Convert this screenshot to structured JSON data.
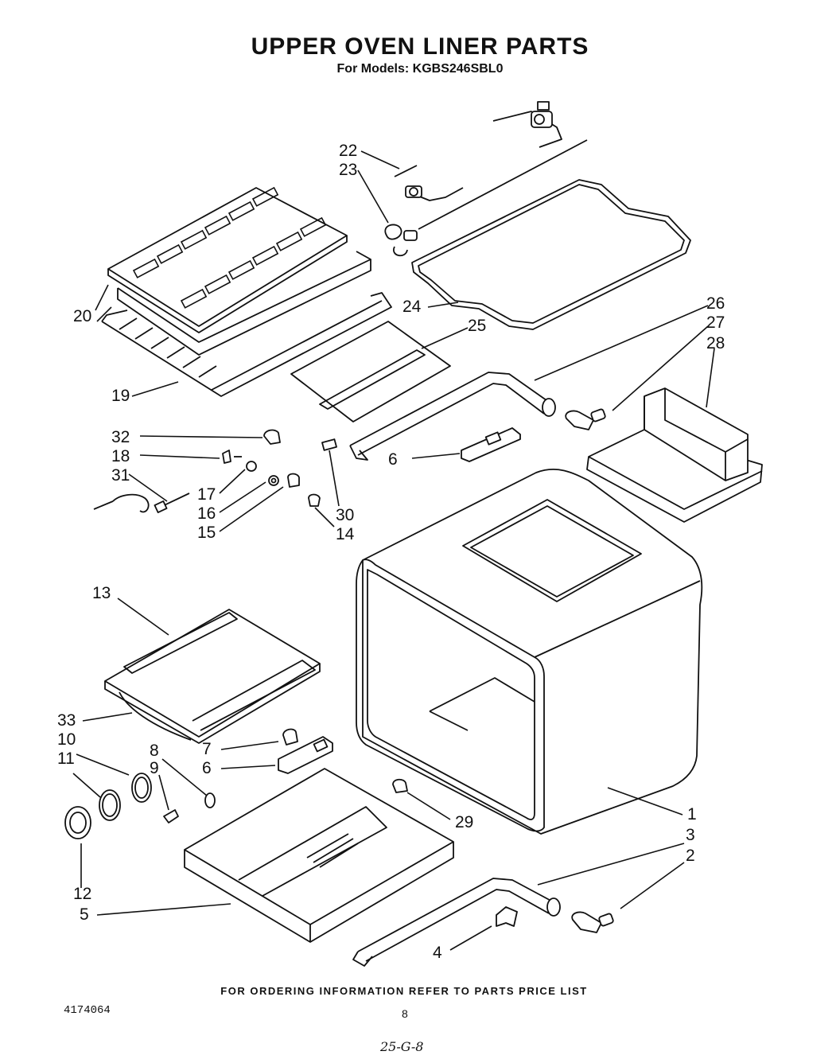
{
  "header": {
    "title": "UPPER OVEN LINER PARTS",
    "subtitle": "For Models: KGBS246SBL0"
  },
  "footer": {
    "ordering_note": "FOR ORDERING INFORMATION REFER TO PARTS PRICE LIST",
    "doc_number": "4174064",
    "page_number": "8",
    "handwritten_note": "25-G-8"
  },
  "callouts": {
    "c1": "1",
    "c2": "2",
    "c3": "3",
    "c4": "4",
    "c5": "5",
    "c6a": "6",
    "c6b": "6",
    "c7": "7",
    "c8": "8",
    "c9": "9",
    "c10": "10",
    "c11": "11",
    "c12": "12",
    "c13": "13",
    "c14": "14",
    "c15": "15",
    "c16": "16",
    "c17": "17",
    "c18": "18",
    "c19": "19",
    "c20": "20",
    "c22": "22",
    "c23": "23",
    "c24": "24",
    "c25": "25",
    "c26": "26",
    "c27": "27",
    "c28": "28",
    "c29": "29",
    "c30": "30",
    "c31": "31",
    "c32": "32",
    "c33": "33"
  }
}
